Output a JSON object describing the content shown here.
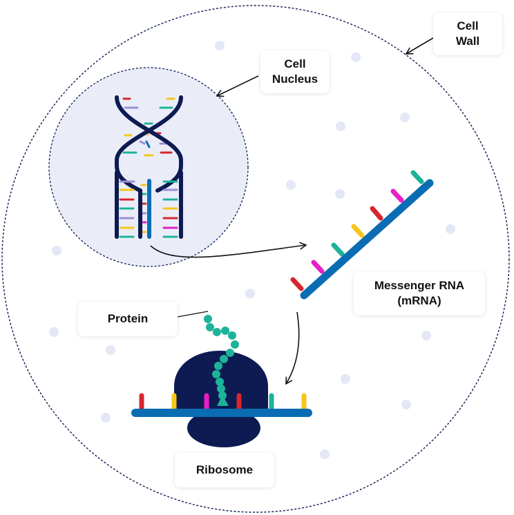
{
  "labels": {
    "cell_wall": "Cell\nWall",
    "cell_nucleus": "Cell\nNucleus",
    "messenger_rna": "Messenger RNA\n(mRNA)",
    "protein": "Protein",
    "ribosome": "Ribosome"
  },
  "colors": {
    "navy": "#0d1b52",
    "blue": "#0a6db3",
    "teal": "#1db39a",
    "red": "#d6262e",
    "yellow": "#f5c518",
    "magenta": "#e91ec6",
    "lavender": "#9a8fd6",
    "nucleus_fill": "#eaedf8",
    "dot": "#e3e7f6"
  }
}
